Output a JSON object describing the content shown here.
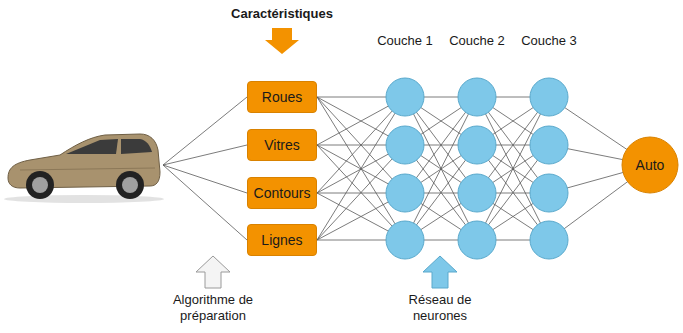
{
  "diagram": {
    "nodes": [
      {
        "text": [
          "Roues"
        ]
      },
      {
        "text": [
          "Vitres"
        ]
      },
      {
        "text": [
          "Contours"
        ]
      },
      {
        "text": [
          "Lignes"
        ]
      },
      {
        "text": [
          "Auto"
        ]
      }
    ],
    "labels": [
      "Caractéristiques",
      "Couche 1",
      "Couche 2",
      "Couche 3",
      "Algorithme de préparation",
      "Réseau de neurones"
    ]
  }
}
